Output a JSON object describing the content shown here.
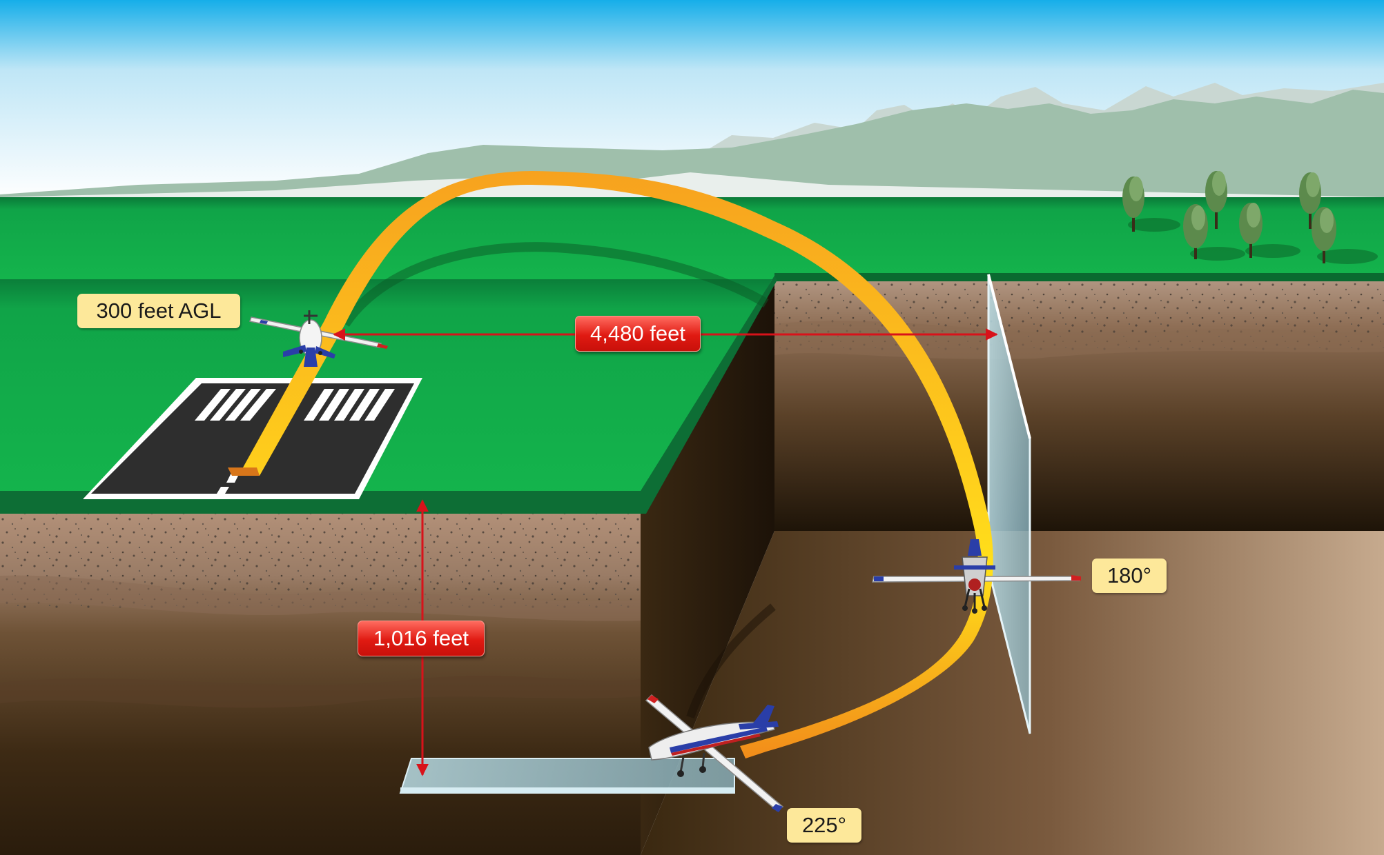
{
  "labels": {
    "altitude_agl": "300 feet AGL",
    "horizontal_distance": "4,480 feet",
    "altitude_loss": "1,016 feet",
    "heading_180": "180°",
    "heading_225": "225°"
  },
  "colors": {
    "sky_top": "#1ab3ec",
    "grass": "#12b04a",
    "soil": "#a08068",
    "flight_path": "#f59a1c",
    "callout_yellow": "#fde89a",
    "callout_red": "#e01a12",
    "dimension_line": "#d8121a",
    "plane_marker": "#a9d2de"
  },
  "icons": [
    "aircraft-icon",
    "runway-icon",
    "tree-icon",
    "mountain-icon"
  ]
}
